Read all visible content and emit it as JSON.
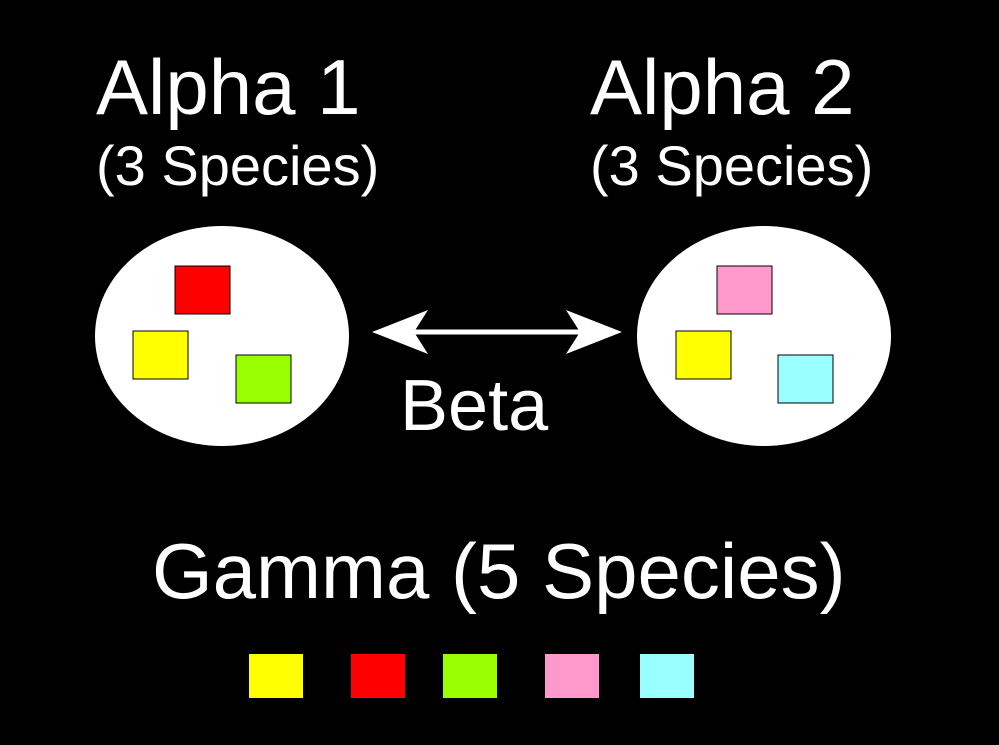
{
  "alpha1": {
    "title": "Alpha 1",
    "subtitle": "(3 Species)",
    "species": [
      "red",
      "yellow",
      "green"
    ]
  },
  "alpha2": {
    "title": "Alpha 2",
    "subtitle": "(3 Species)",
    "species": [
      "pink",
      "yellow",
      "cyan"
    ]
  },
  "beta": {
    "label": "Beta",
    "connector": "double-headed-arrow"
  },
  "gamma": {
    "label": "Gamma (5 Species)",
    "species": [
      "yellow",
      "red",
      "green",
      "pink",
      "cyan"
    ]
  },
  "colors": {
    "background": "#000000",
    "text": "#ffffff",
    "community": "#ffffff",
    "red": "#ff0000",
    "yellow": "#ffff00",
    "green": "#99ff00",
    "pink": "#ff99cc",
    "cyan": "#99ffff"
  }
}
